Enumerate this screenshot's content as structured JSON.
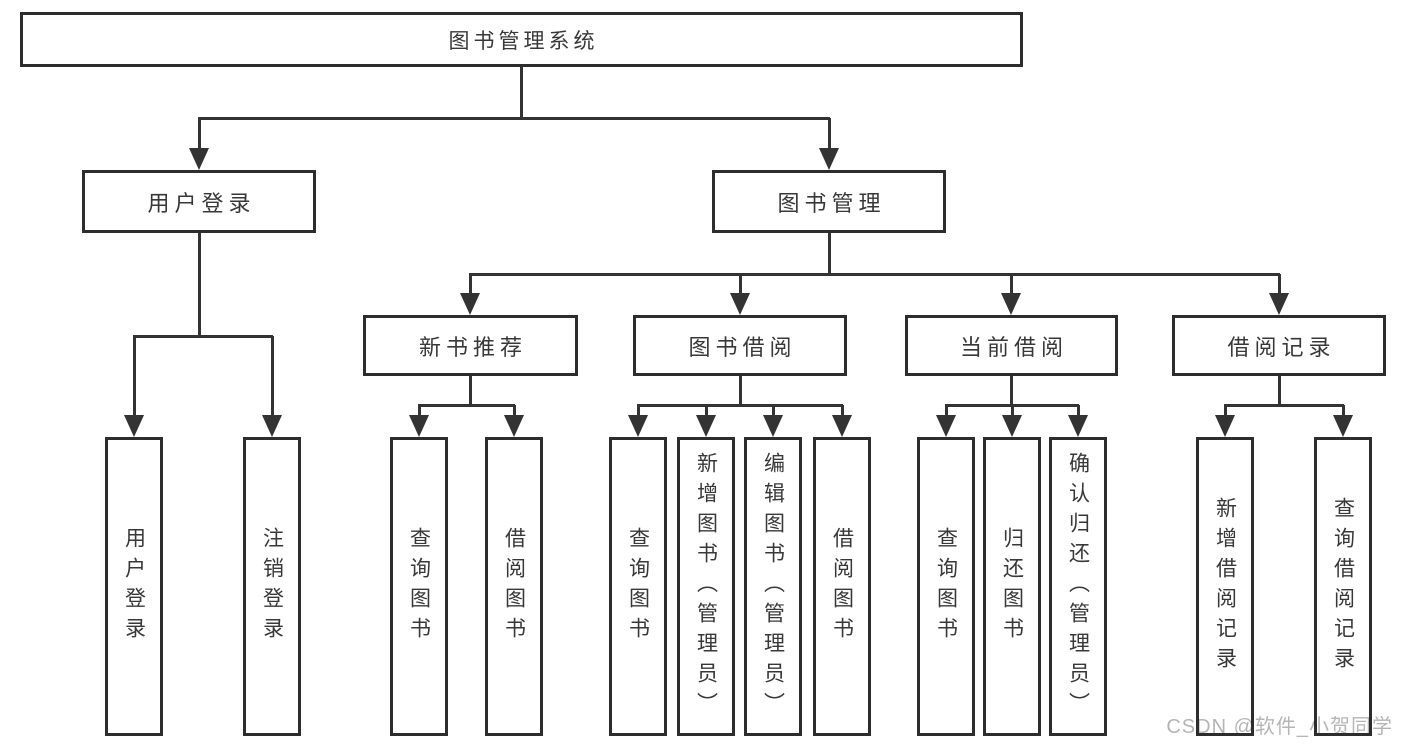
{
  "diagram_title": "图书管理系统",
  "tree": {
    "label": "图书管理系统",
    "children": [
      {
        "label": "用户登录",
        "children": [
          {
            "label": "用户登录"
          },
          {
            "label": "注销登录"
          }
        ]
      },
      {
        "label": "图书管理",
        "children": [
          {
            "label": "新书推荐",
            "children": [
              {
                "label": "查询图书"
              },
              {
                "label": "借阅图书"
              }
            ]
          },
          {
            "label": "图书借阅",
            "children": [
              {
                "label": "查询图书"
              },
              {
                "label": "新增图书（管理员）"
              },
              {
                "label": "编辑图书（管理员）"
              },
              {
                "label": "借阅图书"
              }
            ]
          },
          {
            "label": "当前借阅",
            "children": [
              {
                "label": "查询图书"
              },
              {
                "label": "归还图书"
              },
              {
                "label": "确认归还（管理员）"
              }
            ]
          },
          {
            "label": "借阅记录",
            "children": [
              {
                "label": "新增借阅记录"
              },
              {
                "label": "查询借阅记录"
              }
            ]
          }
        ]
      }
    ]
  },
  "watermark": "CSDN @软件_小贺同学",
  "colors": {
    "background": "#ffffff",
    "box_border": "#2d2d2d",
    "connector_line": "#333333",
    "text": "#383838",
    "watermark": "#b5b5b5"
  }
}
